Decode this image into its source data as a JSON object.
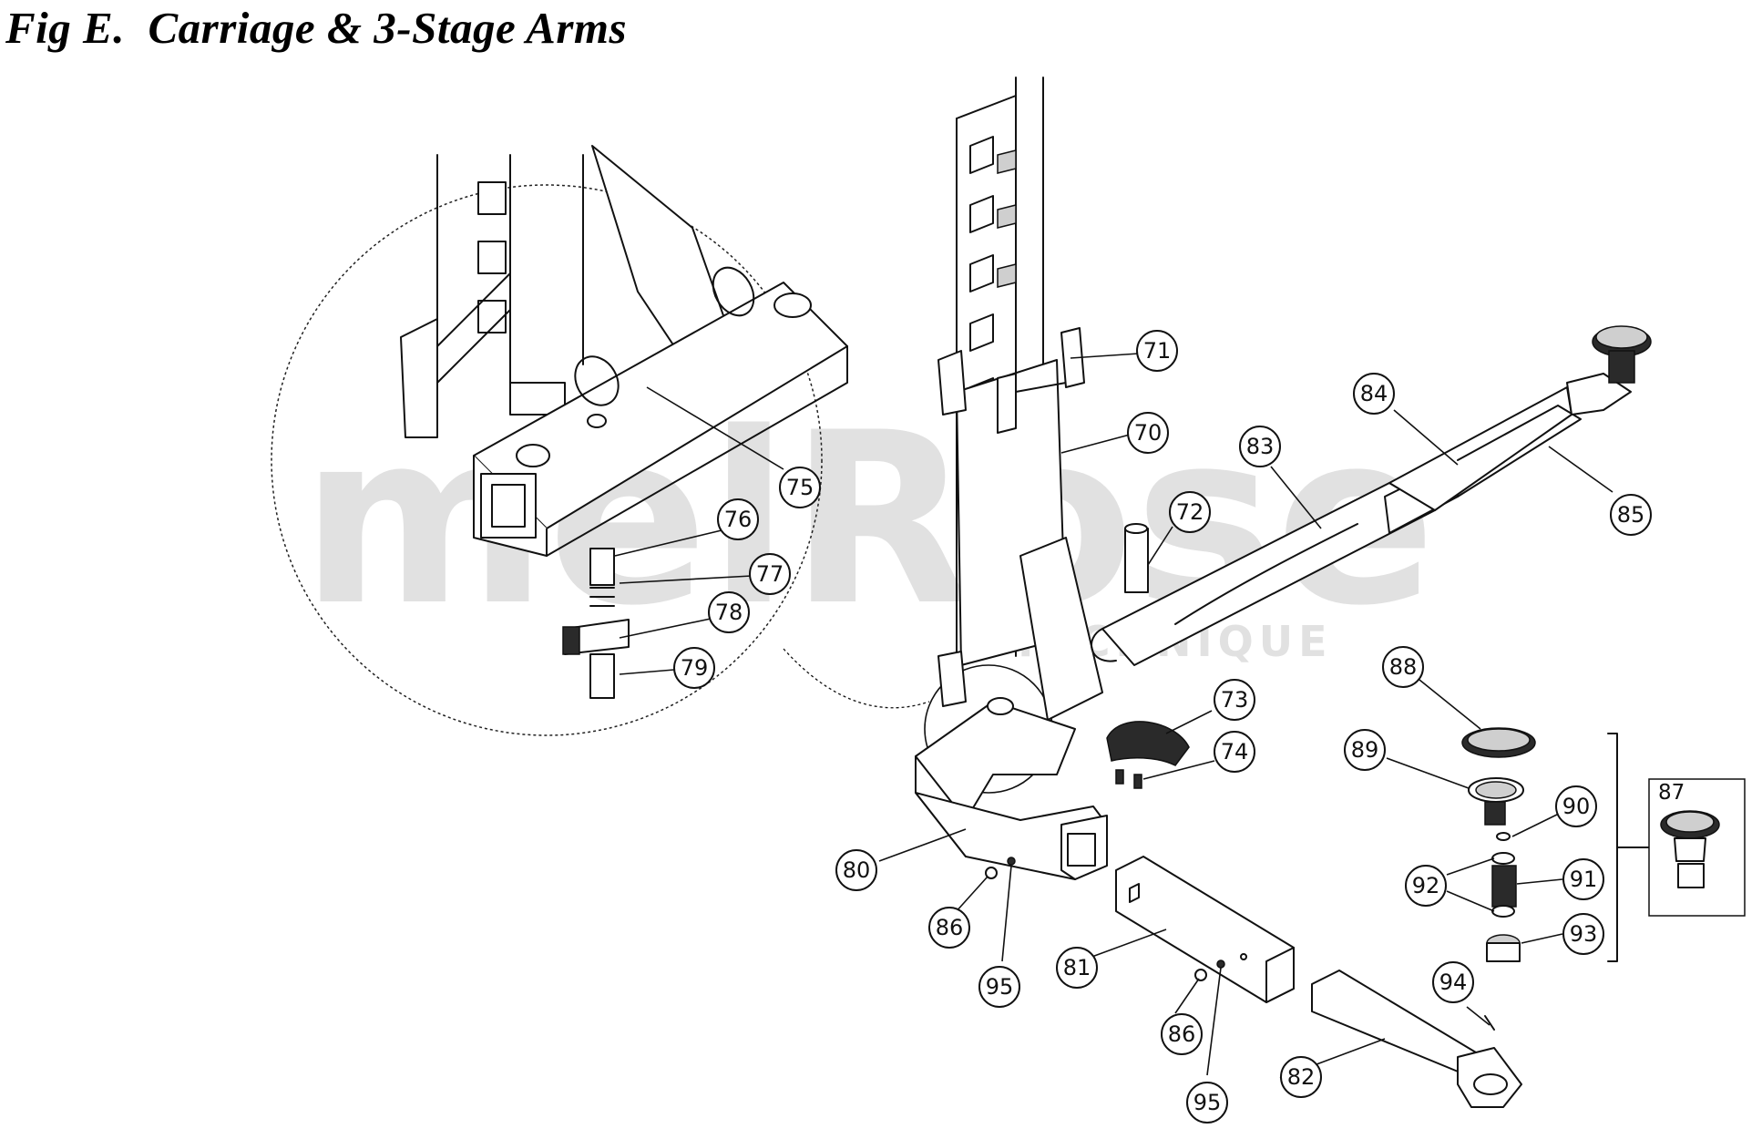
{
  "title": "Fig E.  Carriage & 3-Stage Arms",
  "watermark": {
    "brand": "melRose",
    "tagline": "TECHNIQUE"
  },
  "kit_label": "87",
  "callouts": [
    {
      "id": "c71",
      "label": "71"
    },
    {
      "id": "c70",
      "label": "70"
    },
    {
      "id": "c72",
      "label": "72"
    },
    {
      "id": "c73",
      "label": "73"
    },
    {
      "id": "c74",
      "label": "74"
    },
    {
      "id": "c75",
      "label": "75"
    },
    {
      "id": "c76",
      "label": "76"
    },
    {
      "id": "c77",
      "label": "77"
    },
    {
      "id": "c78",
      "label": "78"
    },
    {
      "id": "c79",
      "label": "79"
    },
    {
      "id": "c80",
      "label": "80"
    },
    {
      "id": "c81",
      "label": "81"
    },
    {
      "id": "c82",
      "label": "82"
    },
    {
      "id": "c83",
      "label": "83"
    },
    {
      "id": "c84",
      "label": "84"
    },
    {
      "id": "c85",
      "label": "85"
    },
    {
      "id": "c86a",
      "label": "86"
    },
    {
      "id": "c86b",
      "label": "86"
    },
    {
      "id": "c88",
      "label": "88"
    },
    {
      "id": "c89",
      "label": "89"
    },
    {
      "id": "c90",
      "label": "90"
    },
    {
      "id": "c91",
      "label": "91"
    },
    {
      "id": "c92",
      "label": "92"
    },
    {
      "id": "c93",
      "label": "93"
    },
    {
      "id": "c94",
      "label": "94"
    },
    {
      "id": "c95a",
      "label": "95"
    },
    {
      "id": "c95b",
      "label": "95"
    }
  ]
}
